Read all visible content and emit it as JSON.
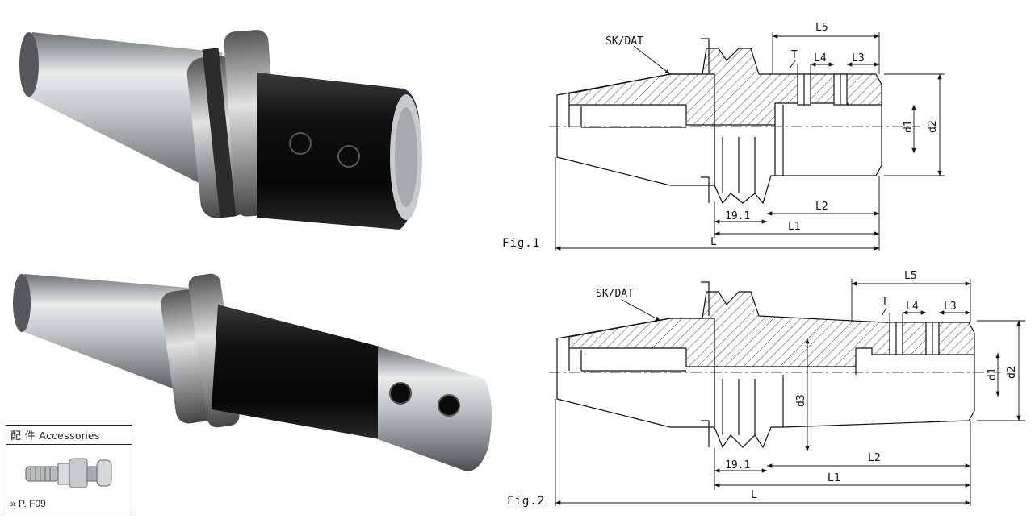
{
  "photos": {
    "holder_1": "holder-fig1-icon",
    "holder_2": "holder-fig2-icon"
  },
  "accessories": {
    "title": "配 件 Accessories",
    "ref": "» P. F09",
    "icon": "pull-stud-icon"
  },
  "figures": [
    {
      "label": "Fig.1",
      "taper_label": "SK/DAT",
      "dims": {
        "L5": "L5",
        "T": "T",
        "L4": "L4",
        "L3": "L3",
        "d1": "d1",
        "d2": "d2",
        "L2": "L2",
        "flange": "19.1",
        "L1": "L1",
        "L": "L"
      }
    },
    {
      "label": "Fig.2",
      "taper_label": "SK/DAT",
      "dims": {
        "L5": "L5",
        "T": "T",
        "L4": "L4",
        "L3": "L3",
        "d1": "d1",
        "d2": "d2",
        "d3": "d3",
        "L2": "L2",
        "flange": "19.1",
        "L1": "L1",
        "L": "L"
      }
    }
  ],
  "colors": {
    "steel": "#c9ccd0",
    "black_body": "#1a1a1a",
    "line": "#111111"
  }
}
